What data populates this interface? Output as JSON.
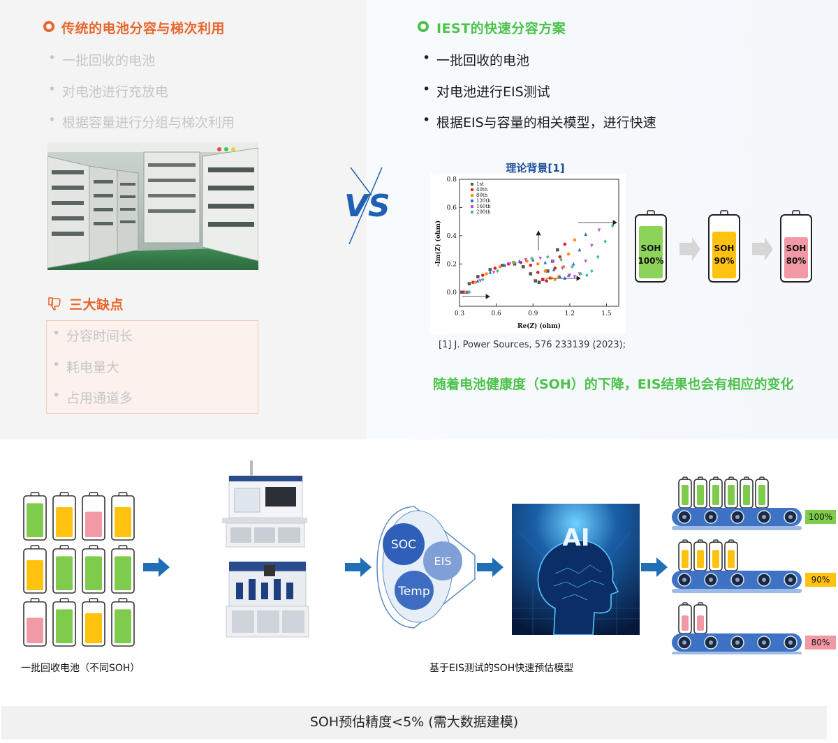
{
  "left": {
    "title": "传统的电池分容与梯次利用",
    "bullets": [
      "一批回收的电池",
      "对电池进行充放电",
      "根据容量进行分组与梯次利用"
    ],
    "defects_title": "三大缺点",
    "defects": [
      "分容时间长",
      "耗电量大",
      "占用通道多"
    ],
    "accent_color": "#e8662a"
  },
  "vs_text": "VS",
  "right": {
    "title": "IEST的快速分容方案",
    "bullets": [
      "一批回收的电池",
      "对电池进行EIS测试",
      "根据EIS与容量的相关模型，进行快速"
    ],
    "accent_color": "#4cc24c",
    "chart_title": "理论背景[1]",
    "reference": "[1] J. Power Sources, 576 233139 (2023);",
    "note": "随着电池健康度（SOH）的下降，EIS结果也会有相应的变化",
    "soh_batteries": [
      {
        "label": "SOH",
        "value": "100%",
        "color": "#8dd35a"
      },
      {
        "label": "SOH",
        "value": "90%",
        "color": "#ffc20e"
      },
      {
        "label": "SOH",
        "value": "80%",
        "color": "#f19aa5"
      }
    ]
  },
  "chart_data": {
    "type": "scatter",
    "xlabel": "Re(Z) (ohm)",
    "ylabel": "-Im(Z) (ohm)",
    "xlim": [
      0.3,
      1.6
    ],
    "ylim": [
      -0.1,
      0.8
    ],
    "x_ticks": [
      "0.3",
      "0.6",
      "0.9",
      "1.2",
      "1.5"
    ],
    "y_ticks": [
      "0.0",
      "0.2",
      "0.4",
      "0.6",
      "0.8"
    ],
    "legend_position": "top-left",
    "series": [
      {
        "name": "1st",
        "color": "#555555",
        "marker": "square",
        "x": [
          0.32,
          0.38,
          0.45,
          0.55,
          0.65,
          0.75,
          0.82,
          0.88,
          0.92,
          0.95,
          0.98,
          1.02,
          1.06,
          1.1
        ],
        "y": [
          0.0,
          0.06,
          0.11,
          0.16,
          0.19,
          0.2,
          0.18,
          0.13,
          0.08,
          0.07,
          0.09,
          0.15,
          0.22,
          0.3
        ]
      },
      {
        "name": "40th",
        "color": "#e02020",
        "marker": "circle",
        "x": [
          0.34,
          0.41,
          0.49,
          0.59,
          0.7,
          0.8,
          0.88,
          0.94,
          0.98,
          1.01,
          1.04,
          1.08,
          1.12,
          1.16
        ],
        "y": [
          0.0,
          0.07,
          0.12,
          0.17,
          0.2,
          0.21,
          0.19,
          0.14,
          0.09,
          0.08,
          0.1,
          0.17,
          0.25,
          0.34
        ]
      },
      {
        "name": "80th",
        "color": "#ff8c1a",
        "marker": "circle",
        "x": [
          0.35,
          0.43,
          0.52,
          0.63,
          0.74,
          0.85,
          0.94,
          1.0,
          1.05,
          1.08,
          1.11,
          1.15,
          1.19,
          1.24
        ],
        "y": [
          0.0,
          0.07,
          0.13,
          0.18,
          0.21,
          0.22,
          0.2,
          0.15,
          0.1,
          0.09,
          0.11,
          0.18,
          0.27,
          0.37
        ]
      },
      {
        "name": "120th",
        "color": "#2a6fd6",
        "marker": "triangle",
        "x": [
          0.36,
          0.45,
          0.55,
          0.67,
          0.79,
          0.9,
          1.0,
          1.07,
          1.12,
          1.16,
          1.19,
          1.23,
          1.28,
          1.33
        ],
        "y": [
          0.0,
          0.08,
          0.14,
          0.19,
          0.22,
          0.23,
          0.21,
          0.16,
          0.11,
          0.1,
          0.12,
          0.2,
          0.3,
          0.41
        ]
      },
      {
        "name": "160th",
        "color": "#c44fe0",
        "marker": "triangle-down",
        "x": [
          0.37,
          0.47,
          0.58,
          0.71,
          0.84,
          0.96,
          1.06,
          1.14,
          1.2,
          1.24,
          1.28,
          1.33,
          1.38,
          1.44
        ],
        "y": [
          0.0,
          0.08,
          0.14,
          0.2,
          0.23,
          0.24,
          0.22,
          0.17,
          0.12,
          0.11,
          0.13,
          0.22,
          0.33,
          0.44
        ]
      },
      {
        "name": "200th",
        "color": "#3cc28a",
        "marker": "diamond",
        "x": [
          0.38,
          0.49,
          0.61,
          0.75,
          0.89,
          1.02,
          1.13,
          1.22,
          1.29,
          1.34,
          1.38,
          1.43,
          1.49,
          1.55
        ],
        "y": [
          0.0,
          0.09,
          0.15,
          0.21,
          0.24,
          0.25,
          0.23,
          0.18,
          0.13,
          0.12,
          0.15,
          0.25,
          0.36,
          0.47
        ]
      }
    ]
  },
  "bottom": {
    "caption_left": "一批回收电池（不同SOH）",
    "model_circles": [
      "SOC",
      "EIS",
      "Temp"
    ],
    "ai_text": "AI",
    "caption_mid": "基于EIS测试的SOH快速预估模型",
    "grade_labels": [
      "100%",
      "90%",
      "80%"
    ],
    "footer": "SOH预估精度<5% (需大数据建模)"
  },
  "colors": {
    "green_cell": "#7fcc4d",
    "yellow_cell": "#ffc20e",
    "pink_cell": "#f19aa5",
    "arrow_blue": "#1f6fb7",
    "conveyor_blue": "#3d72c4"
  }
}
